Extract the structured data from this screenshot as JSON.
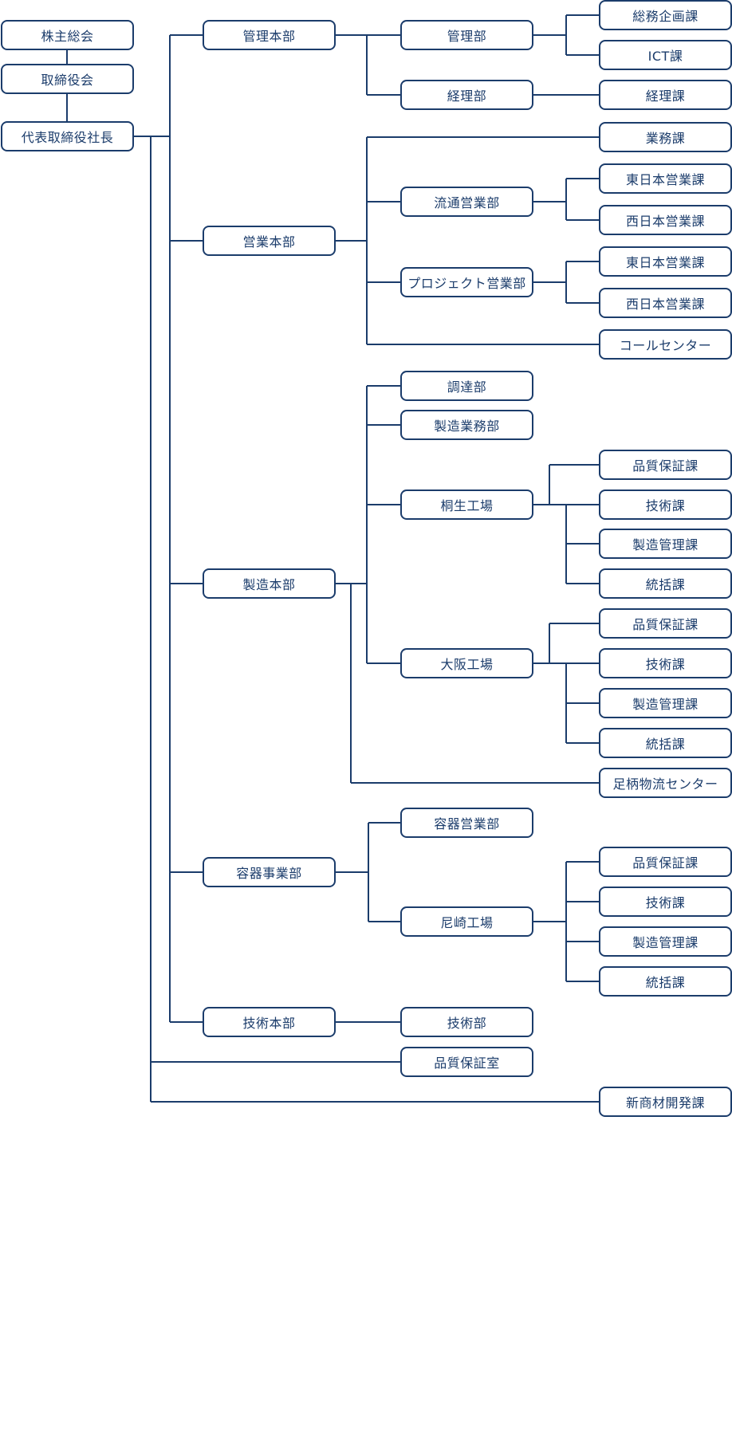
{
  "colors": {
    "line": "#1b3c6b",
    "box_border": "#1b3c6b",
    "text": "#1b3c6b",
    "background": "#ffffff"
  },
  "top": {
    "shareholders": "株主総会",
    "board": "取締役会",
    "president": "代表取締役社長"
  },
  "admin": {
    "hq": "管理本部",
    "general_dept": "管理部",
    "general_planning": "総務企画課",
    "ict": "ICT課",
    "accounting_dept": "経理部",
    "accounting_section": "経理課"
  },
  "sales": {
    "hq": "営業本部",
    "business_section": "業務課",
    "distribution_dept": "流通営業部",
    "distribution_east": "東日本営業課",
    "distribution_west": "西日本営業課",
    "project_dept": "プロジェクト営業部",
    "project_east": "東日本営業課",
    "project_west": "西日本営業課",
    "call_center": "コールセンター"
  },
  "manufacturing": {
    "hq": "製造本部",
    "procurement": "調達部",
    "operations": "製造業務部",
    "kiryu": "桐生工場",
    "kiryu_qa": "品質保証課",
    "kiryu_tech": "技術課",
    "kiryu_mfg": "製造管理課",
    "kiryu_control": "統括課",
    "osaka": "大阪工場",
    "osaka_qa": "品質保証課",
    "osaka_tech": "技術課",
    "osaka_mfg": "製造管理課",
    "osaka_control": "統括課",
    "logistics": "足柄物流センター"
  },
  "container": {
    "hq": "容器事業部",
    "sales_dept": "容器営業部",
    "amagasaki": "尼崎工場",
    "amagasaki_qa": "品質保証課",
    "amagasaki_tech": "技術課",
    "amagasaki_mfg": "製造管理課",
    "amagasaki_control": "統括課"
  },
  "technology": {
    "hq": "技術本部",
    "dept": "技術部"
  },
  "quality_office": "品質保証室",
  "new_materials": "新商材開発課"
}
